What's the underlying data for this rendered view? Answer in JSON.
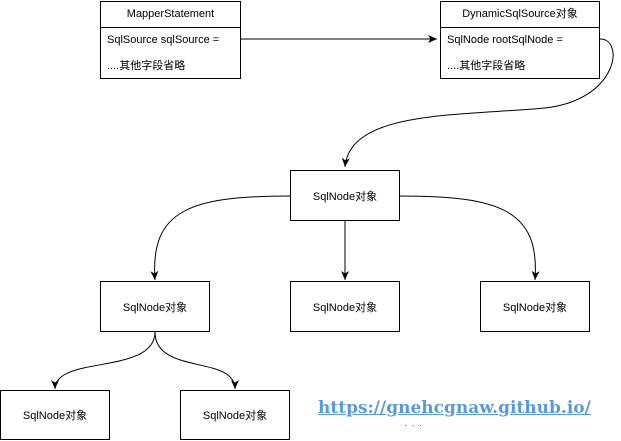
{
  "mapper_statement": {
    "title": "MapperStatement",
    "field_1": "SqlSource sqlSource =",
    "field_2": "....其他字段省略"
  },
  "dynamic_sql_source": {
    "title": "DynamicSqlSource对象",
    "field_1": "SqlNode rootSqlNode =",
    "field_2": "....其他字段省略"
  },
  "nodes": {
    "root": "SqlNode对象",
    "child_left": "SqlNode对象",
    "child_middle": "SqlNode对象",
    "child_right": "SqlNode对象",
    "grandchild_left": "SqlNode对象",
    "grandchild_right": "SqlNode对象"
  },
  "watermark": {
    "text": "https://gnehcgnaw.github.io/",
    "color": "#5a9ad9"
  },
  "ellipsis": "· · ·"
}
